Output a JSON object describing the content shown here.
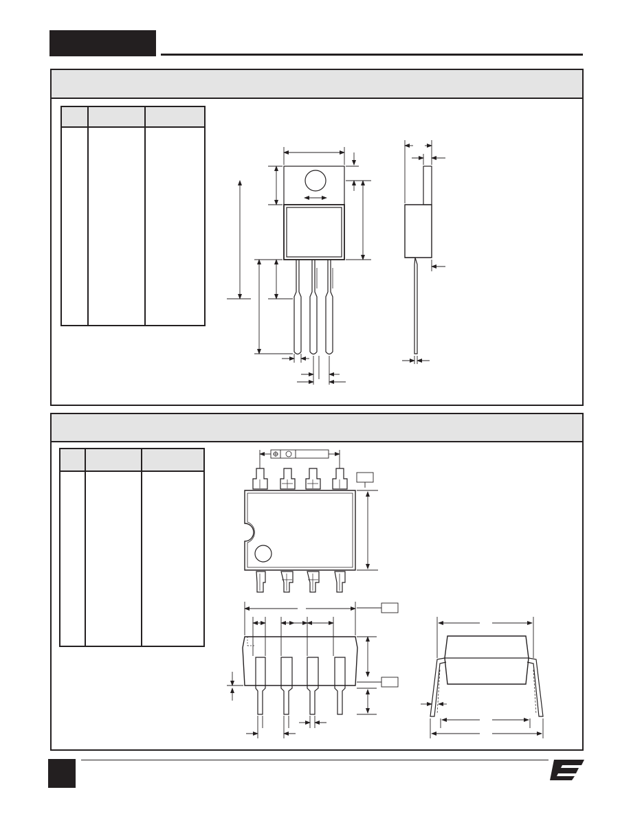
{
  "page": {
    "header_block_color": "#231f20",
    "panel_header_color": "#e4e4e4",
    "line_color": "#231f20"
  },
  "package_top": {
    "title": "",
    "table": {
      "headers": [
        "",
        "",
        ""
      ],
      "rows": []
    },
    "drawing": "to-220-3-lead-outline"
  },
  "package_bottom": {
    "title": "",
    "table": {
      "headers": [
        "",
        "",
        ""
      ],
      "rows": []
    },
    "drawing": "8-pin-dip-outline"
  },
  "footer": {
    "page_number": "",
    "logo": "apex-logo"
  }
}
